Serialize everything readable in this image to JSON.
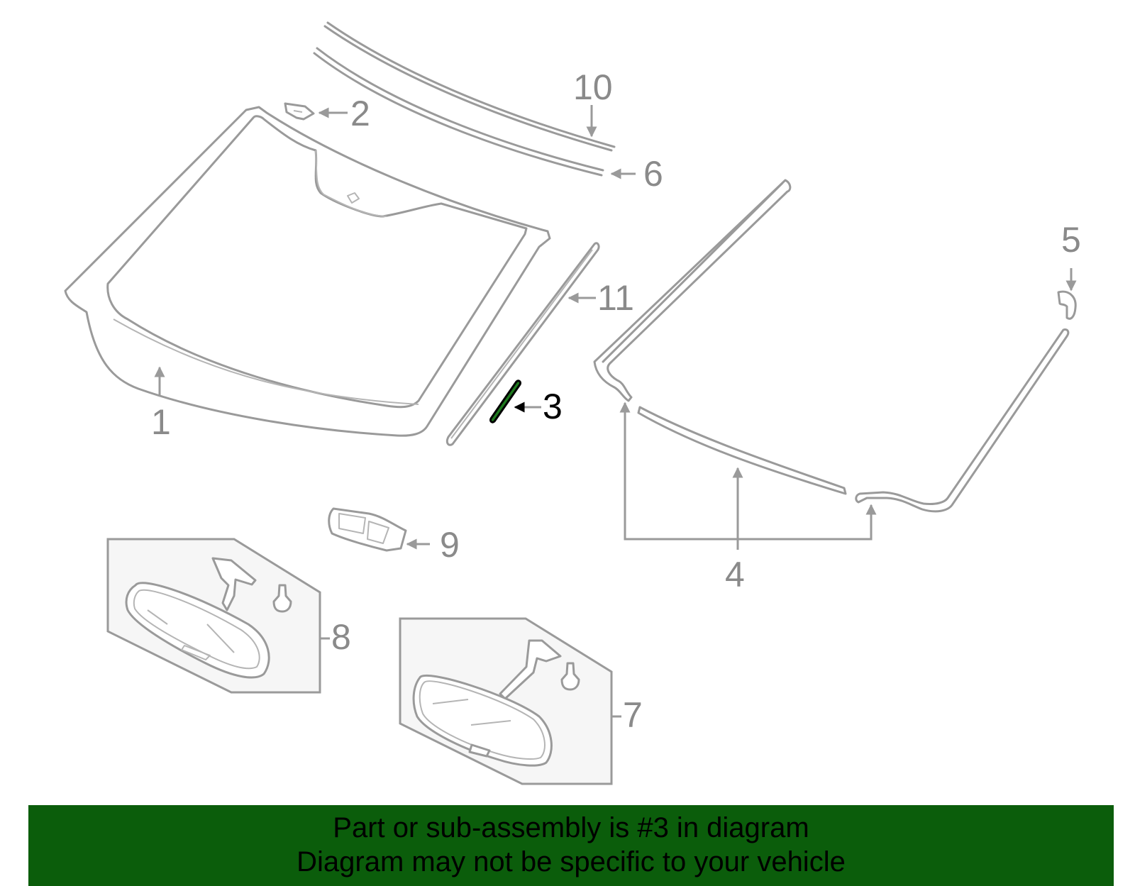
{
  "callouts": {
    "c1": "1",
    "c2": "2",
    "c3": "3",
    "c4": "4",
    "c5": "5",
    "c6": "6",
    "c7": "7",
    "c8": "8",
    "c9": "9",
    "c10": "10",
    "c11": "11"
  },
  "highlight_color": "#0b5d0b",
  "banner": {
    "line1": "Part or sub-assembly is #3 in diagram",
    "line2": "Diagram may not be specific to your vehicle"
  }
}
